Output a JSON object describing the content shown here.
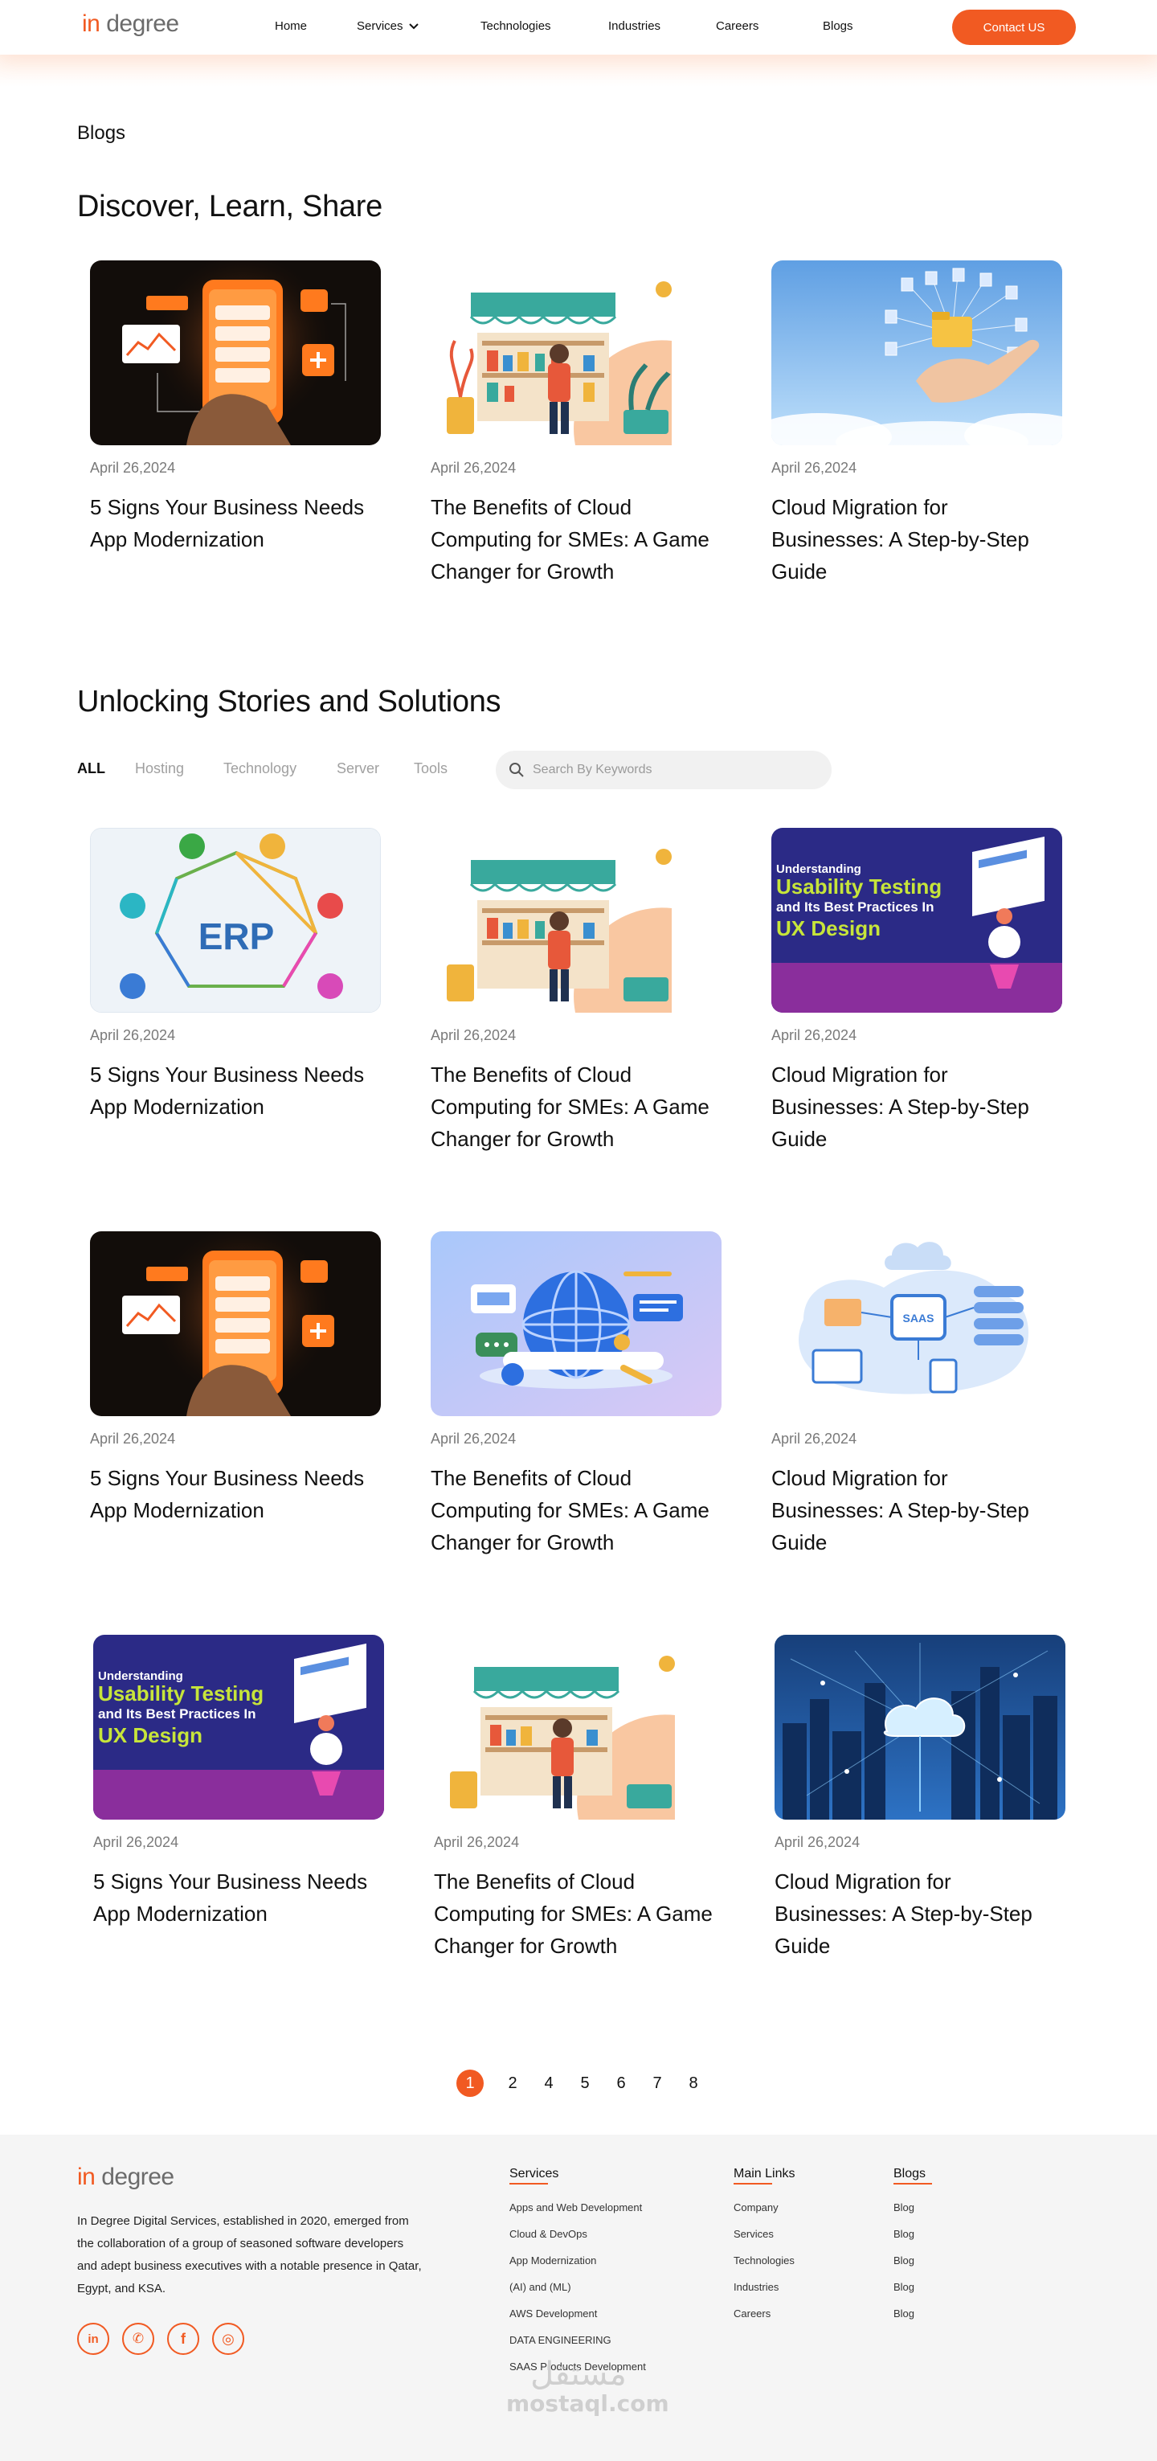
{
  "header": {
    "logo_in": "in",
    "logo_rest": " degree",
    "nav": [
      {
        "label": "Home"
      },
      {
        "label": "Services"
      },
      {
        "label": "Technologies"
      },
      {
        "label": "Industries"
      },
      {
        "label": "Careers"
      },
      {
        "label": "Blogs"
      }
    ],
    "contact_label": "Contact US",
    "accent": "#f15a22"
  },
  "breadcrumb": "Blogs",
  "featured": {
    "heading": "Discover, Learn, Share",
    "cards": [
      {
        "image": "app-modernization-phone-image",
        "date": "April 26,2024",
        "title": "5 Signs Your Business Needs App Modernization"
      },
      {
        "image": "shop-illustration-image",
        "date": "April 26,2024",
        "title": "The Benefits of Cloud Computing for SMEs: A Game Changer for Growth"
      },
      {
        "image": "cloud-hand-folders-image",
        "date": "April 26,2024",
        "title": "Cloud Migration for Businesses: A Step-by-Step Guide"
      }
    ]
  },
  "stories": {
    "heading": "Unlocking Stories and Solutions",
    "filters": [
      "ALL",
      "Hosting",
      "Technology",
      "Server",
      "Tools"
    ],
    "active_filter": "ALL",
    "search_placeholder": "Search By Keywords",
    "cards": [
      {
        "image": "erp-diagram-image",
        "date": "April 26,2024",
        "title": "5 Signs Your Business Needs App Modernization"
      },
      {
        "image": "shop-illustration-image",
        "date": "April 26,2024",
        "title": "The Benefits of Cloud Computing for SMEs: A Game Changer for Growth"
      },
      {
        "image": "usability-testing-image",
        "date": "April 26,2024",
        "title": "Cloud Migration for Businesses: A Step-by-Step Guide",
        "banner": [
          "Understanding",
          "Usability Testing",
          "and Its Best Practices In",
          "UX Design"
        ]
      },
      {
        "image": "app-modernization-phone-image",
        "date": "April 26,2024",
        "title": "5 Signs Your Business Needs App Modernization"
      },
      {
        "image": "globe-illustration-image",
        "date": "April 26,2024",
        "title": "The Benefits of Cloud Computing for SMEs: A Game Changer for Growth"
      },
      {
        "image": "saas-illustration-image",
        "date": "April 26,2024",
        "title": "Cloud Migration for Businesses: A Step-by-Step Guide",
        "badge": "SAAS"
      },
      {
        "image": "usability-testing-image",
        "date": "April 26,2024",
        "title": "5 Signs Your Business Needs App Modernization",
        "banner": [
          "Understanding",
          "Usability Testing",
          "and Its Best Practices In",
          "UX Design"
        ]
      },
      {
        "image": "shop-illustration-image",
        "date": "April 26,2024",
        "title": "The Benefits of Cloud Computing for SMEs: A Game Changer for Growth"
      },
      {
        "image": "city-cloud-image",
        "date": "April 26,2024",
        "title": "Cloud Migration for Businesses: A Step-by-Step Guide"
      }
    ],
    "erp_label": "ERP"
  },
  "pagination": {
    "pages": [
      "1",
      "2",
      "4",
      "5",
      "6",
      "7",
      "8"
    ],
    "current": "1"
  },
  "footer": {
    "about": "In Degree Digital Services, established in 2020, emerged from the collaboration of a group of seasoned software developers and adept business executives with a notable presence in Qatar, Egypt, and KSA.",
    "socials": [
      {
        "icon": "linkedin-icon",
        "glyph": "in"
      },
      {
        "icon": "whatsapp-icon",
        "glyph": "✆"
      },
      {
        "icon": "facebook-icon",
        "glyph": "f"
      },
      {
        "icon": "instagram-icon",
        "glyph": "◎"
      }
    ],
    "columns": [
      {
        "heading": "Services",
        "links": [
          "Apps and Web Development",
          "Cloud & DevOps",
          "App Modernization",
          "(AI) and (ML)",
          "AWS Development",
          "DATA ENGINEERING",
          "SAAS Products Development"
        ]
      },
      {
        "heading": "Main Links",
        "links": [
          "Company",
          "Services",
          "Technologies",
          "Industries",
          "Careers"
        ]
      },
      {
        "heading": "Blogs",
        "links": [
          "Blog",
          "Blog",
          "Blog",
          "Blog",
          "Blog"
        ]
      }
    ],
    "watermark_ar": "مستقل",
    "watermark_en": "mostaql.com"
  }
}
